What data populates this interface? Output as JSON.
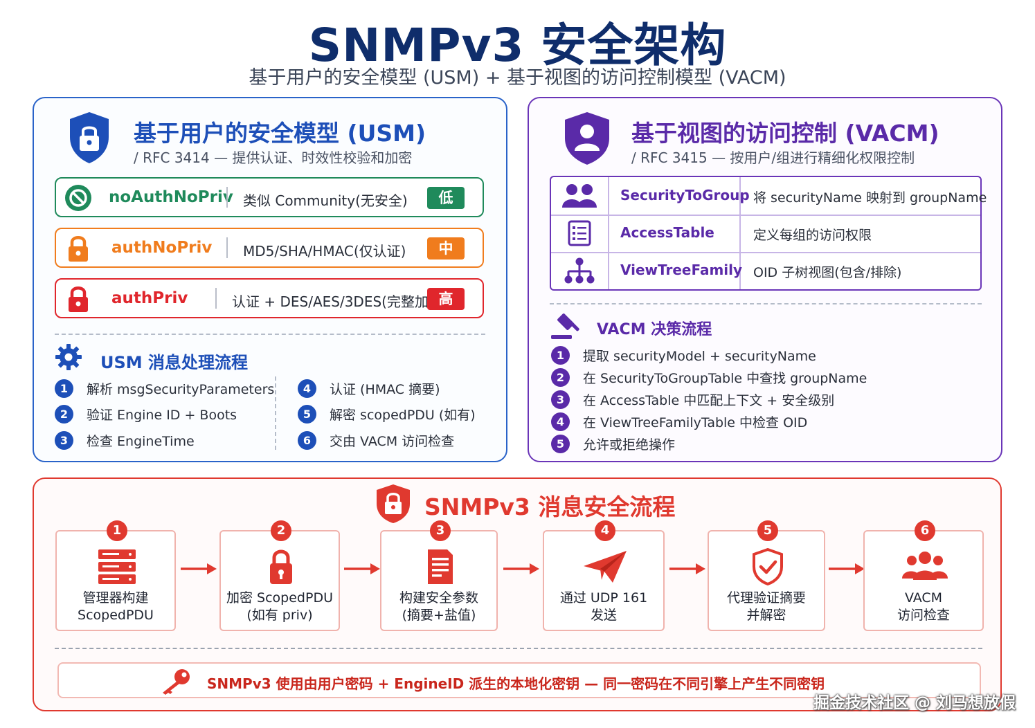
{
  "header": {
    "title": "SNMPv3 安全架构",
    "subtitle": "基于用户的安全模型 (USM) + 基于视图的访问控制模型 (VACM)"
  },
  "usm": {
    "title": "基于用户的安全模型 (USM)",
    "subtitle": "/ RFC 3414 — 提供认证、时效性校验和加密",
    "levels": [
      {
        "name": "noAuthNoPriv",
        "desc": "类似 Community(无安全)",
        "badge": "低",
        "color": "#1f8a5b"
      },
      {
        "name": "authNoPriv",
        "desc": "MD5/SHA/HMAC(仅认证)",
        "badge": "中",
        "color": "#f07c1d"
      },
      {
        "name": "authPriv",
        "desc": "认证 + DES/AES/3DES(完整加密)",
        "badge": "高",
        "color": "#e0262c"
      }
    ],
    "process_title": "USM 消息处理流程",
    "steps": [
      {
        "n": "1",
        "text": "解析 msgSecurityParameters"
      },
      {
        "n": "2",
        "text": "验证 Engine ID + Boots"
      },
      {
        "n": "3",
        "text": "检查 EngineTime"
      },
      {
        "n": "4",
        "text": "认证 (HMAC 摘要)"
      },
      {
        "n": "5",
        "text": "解密 scopedPDU (如有)"
      },
      {
        "n": "6",
        "text": "交由 VACM 访问检查"
      }
    ],
    "accent": "#1d4fb8"
  },
  "vacm": {
    "title": "基于视图的访问控制 (VACM)",
    "subtitle": "/ RFC 3415 — 按用户/组进行精细化权限控制",
    "tables": [
      {
        "name": "SecurityToGroup",
        "desc": "将 securityName 映射到 groupName",
        "icon": "users-icon"
      },
      {
        "name": "AccessTable",
        "desc": "定义每组的访问权限",
        "icon": "list-icon"
      },
      {
        "name": "ViewTreeFamily",
        "desc": "OID 子树视图(包含/排除)",
        "icon": "tree-icon"
      }
    ],
    "decision_title": "VACM 决策流程",
    "steps": [
      {
        "n": "1",
        "text": "提取 securityModel + securityName"
      },
      {
        "n": "2",
        "text": "在 SecurityToGroupTable 中查找 groupName"
      },
      {
        "n": "3",
        "text": "在 AccessTable 中匹配上下文 + 安全级别"
      },
      {
        "n": "4",
        "text": "在 ViewTreeFamilyTable 中检查 OID"
      },
      {
        "n": "5",
        "text": "允许或拒绝操作"
      }
    ],
    "accent": "#5a2aa8"
  },
  "flow": {
    "title": "SNMPv3 消息安全流程",
    "steps": [
      {
        "n": "1",
        "line1": "管理器构建",
        "line2": "ScopedPDU",
        "icon": "server-icon"
      },
      {
        "n": "2",
        "line1": "加密 ScopedPDU",
        "line2": "(如有 priv)",
        "icon": "lock-icon"
      },
      {
        "n": "3",
        "line1": "构建安全参数",
        "line2": "(摘要+盐值)",
        "icon": "document-icon"
      },
      {
        "n": "4",
        "line1": "通过 UDP 161",
        "line2": "发送",
        "icon": "send-icon"
      },
      {
        "n": "5",
        "line1": "代理验证摘要",
        "line2": "并解密",
        "icon": "shield-check-icon"
      },
      {
        "n": "6",
        "line1": "VACM",
        "line2": "访问检查",
        "icon": "group-icon"
      }
    ],
    "key_note": "SNMPv3 使用由用户密码 + EngineID 派生的本地化密钥 — 同一密码在不同引擎上产生不同密钥",
    "accent": "#e0392f"
  },
  "watermark": "掘金技术社区 @ 刘马想放假"
}
